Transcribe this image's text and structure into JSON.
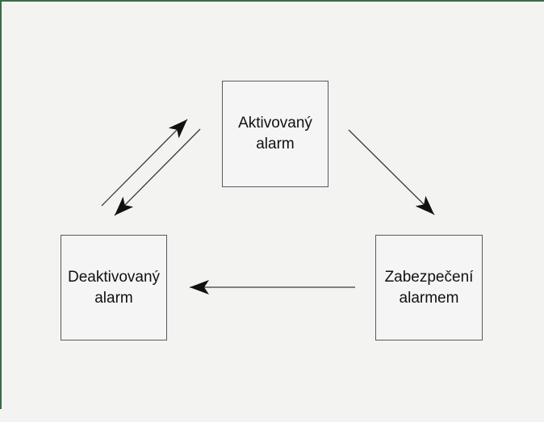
{
  "diagram": {
    "nodes": [
      {
        "id": "aktivovany",
        "label": "Aktivovaný alarm"
      },
      {
        "id": "deaktivovany",
        "label": "Deaktivovaný alarm"
      },
      {
        "id": "zabezpeceni",
        "label": "Zabezpečení alarmem"
      }
    ],
    "edges": [
      {
        "from": "Deaktivovaný alarm",
        "to": "Aktivovaný alarm"
      },
      {
        "from": "Aktivovaný alarm",
        "to": "Deaktivovaný alarm"
      },
      {
        "from": "Aktivovaný alarm",
        "to": "Zabezpečení alarmem"
      },
      {
        "from": "Zabezpečení alarmem",
        "to": "Deaktivovaný alarm"
      }
    ],
    "colors": {
      "background": "#f3f4f2",
      "frame_border": "#3c6a48",
      "node_border": "#595959",
      "arrow": "#111111",
      "text": "#111111"
    }
  }
}
